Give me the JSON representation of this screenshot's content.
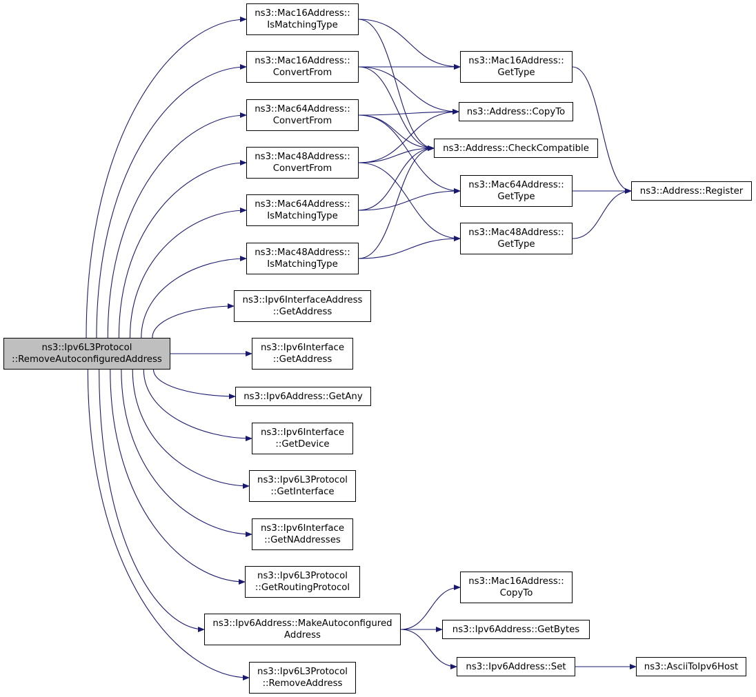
{
  "colors": {
    "edge": "#191970",
    "root_fill": "#bfbfbf",
    "node_fill": "#ffffff",
    "node_border": "#000000"
  },
  "nodes": {
    "root": [
      "ns3::Ipv6L3Protocol",
      "::RemoveAutoconfiguredAddress"
    ],
    "mac16_is_matching_type": [
      "ns3::Mac16Address::",
      "IsMatchingType"
    ],
    "mac16_convert_from": [
      "ns3::Mac16Address::",
      "ConvertFrom"
    ],
    "mac64_convert_from": [
      "ns3::Mac64Address::",
      "ConvertFrom"
    ],
    "mac48_convert_from": [
      "ns3::Mac48Address::",
      "ConvertFrom"
    ],
    "mac64_is_matching_type": [
      "ns3::Mac64Address::",
      "IsMatchingType"
    ],
    "mac48_is_matching_type": [
      "ns3::Mac48Address::",
      "IsMatchingType"
    ],
    "ipv6_interface_address_get_address": [
      "ns3::Ipv6InterfaceAddress",
      "::GetAddress"
    ],
    "ipv6_interface_get_address": [
      "ns3::Ipv6Interface",
      "::GetAddress"
    ],
    "ipv6_address_get_any": [
      "ns3::Ipv6Address::GetAny"
    ],
    "ipv6_interface_get_device": [
      "ns3::Ipv6Interface",
      "::GetDevice"
    ],
    "ipv6l3_get_interface": [
      "ns3::Ipv6L3Protocol",
      "::GetInterface"
    ],
    "ipv6_interface_get_n_addresses": [
      "ns3::Ipv6Interface",
      "::GetNAddresses"
    ],
    "ipv6l3_get_routing_protocol": [
      "ns3::Ipv6L3Protocol",
      "::GetRoutingProtocol"
    ],
    "ipv6_address_make_autoconfigured": [
      "ns3::Ipv6Address::MakeAutoconfigured",
      "Address"
    ],
    "ipv6l3_remove_address": [
      "ns3::Ipv6L3Protocol",
      "::RemoveAddress"
    ],
    "mac16_get_type": [
      "ns3::Mac16Address::",
      "GetType"
    ],
    "address_copy_to": [
      "ns3::Address::CopyTo"
    ],
    "address_check_compatible": [
      "ns3::Address::CheckCompatible"
    ],
    "mac64_get_type": [
      "ns3::Mac64Address::",
      "GetType"
    ],
    "mac48_get_type": [
      "ns3::Mac48Address::",
      "GetType"
    ],
    "mac16_copy_to": [
      "ns3::Mac16Address::",
      "CopyTo"
    ],
    "ipv6_address_get_bytes": [
      "ns3::Ipv6Address::GetBytes"
    ],
    "ipv6_address_set": [
      "ns3::Ipv6Address::Set"
    ],
    "address_register": [
      "ns3::Address::Register"
    ],
    "ascii_to_ipv6_host": [
      "ns3::AsciiToIpv6Host"
    ]
  },
  "edges": [
    [
      "root",
      "mac16_is_matching_type"
    ],
    [
      "root",
      "mac16_convert_from"
    ],
    [
      "root",
      "mac64_convert_from"
    ],
    [
      "root",
      "mac48_convert_from"
    ],
    [
      "root",
      "mac64_is_matching_type"
    ],
    [
      "root",
      "mac48_is_matching_type"
    ],
    [
      "root",
      "ipv6_interface_address_get_address"
    ],
    [
      "root",
      "ipv6_interface_get_address"
    ],
    [
      "root",
      "ipv6_address_get_any"
    ],
    [
      "root",
      "ipv6_interface_get_device"
    ],
    [
      "root",
      "ipv6l3_get_interface"
    ],
    [
      "root",
      "ipv6_interface_get_n_addresses"
    ],
    [
      "root",
      "ipv6l3_get_routing_protocol"
    ],
    [
      "root",
      "ipv6_address_make_autoconfigured"
    ],
    [
      "root",
      "ipv6l3_remove_address"
    ],
    [
      "mac16_is_matching_type",
      "mac16_get_type"
    ],
    [
      "mac16_is_matching_type",
      "address_check_compatible"
    ],
    [
      "mac16_convert_from",
      "mac16_get_type"
    ],
    [
      "mac16_convert_from",
      "address_copy_to"
    ],
    [
      "mac16_convert_from",
      "address_check_compatible"
    ],
    [
      "mac64_convert_from",
      "address_copy_to"
    ],
    [
      "mac64_convert_from",
      "address_check_compatible"
    ],
    [
      "mac64_convert_from",
      "mac64_get_type"
    ],
    [
      "mac48_convert_from",
      "address_copy_to"
    ],
    [
      "mac48_convert_from",
      "address_check_compatible"
    ],
    [
      "mac48_convert_from",
      "mac48_get_type"
    ],
    [
      "mac64_is_matching_type",
      "address_check_compatible"
    ],
    [
      "mac64_is_matching_type",
      "mac64_get_type"
    ],
    [
      "mac48_is_matching_type",
      "address_check_compatible"
    ],
    [
      "mac48_is_matching_type",
      "mac48_get_type"
    ],
    [
      "mac16_get_type",
      "address_register"
    ],
    [
      "mac64_get_type",
      "address_register"
    ],
    [
      "mac48_get_type",
      "address_register"
    ],
    [
      "ipv6_address_make_autoconfigured",
      "mac16_copy_to"
    ],
    [
      "ipv6_address_make_autoconfigured",
      "ipv6_address_get_bytes"
    ],
    [
      "ipv6_address_make_autoconfigured",
      "ipv6_address_set"
    ],
    [
      "ipv6_address_set",
      "ascii_to_ipv6_host"
    ]
  ]
}
